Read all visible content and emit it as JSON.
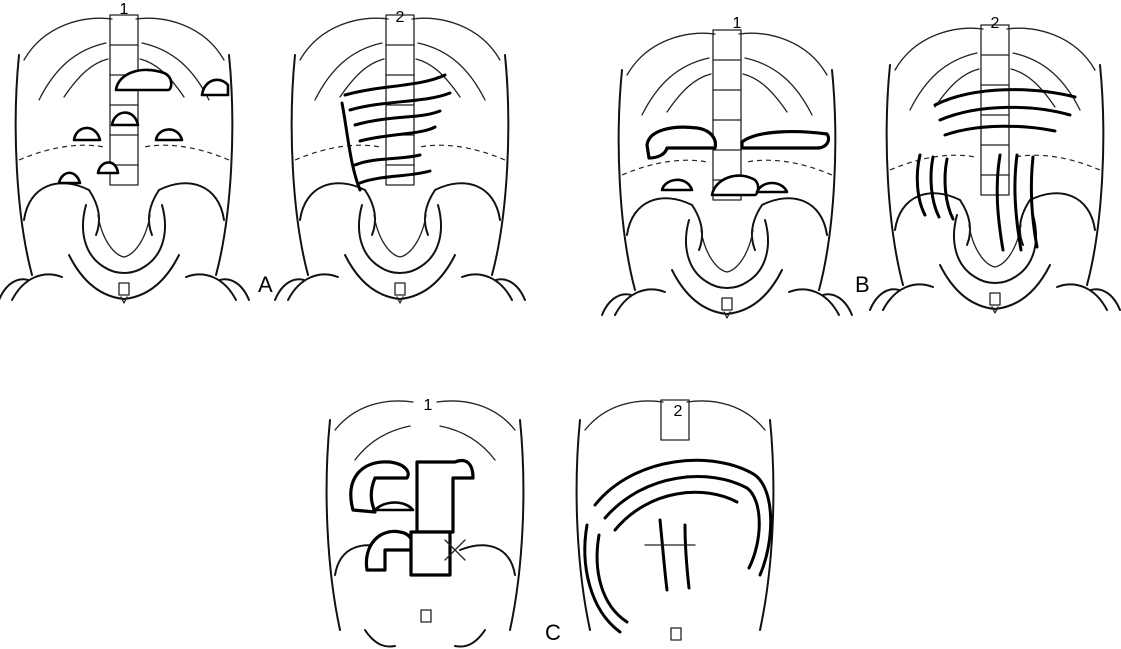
{
  "panels": [
    {
      "id": "A",
      "letter": "A",
      "views": [
        "1",
        "2"
      ]
    },
    {
      "id": "B",
      "letter": "B",
      "views": [
        "1",
        "2"
      ]
    },
    {
      "id": "C",
      "letter": "C",
      "views": [
        "1",
        "2"
      ]
    }
  ]
}
